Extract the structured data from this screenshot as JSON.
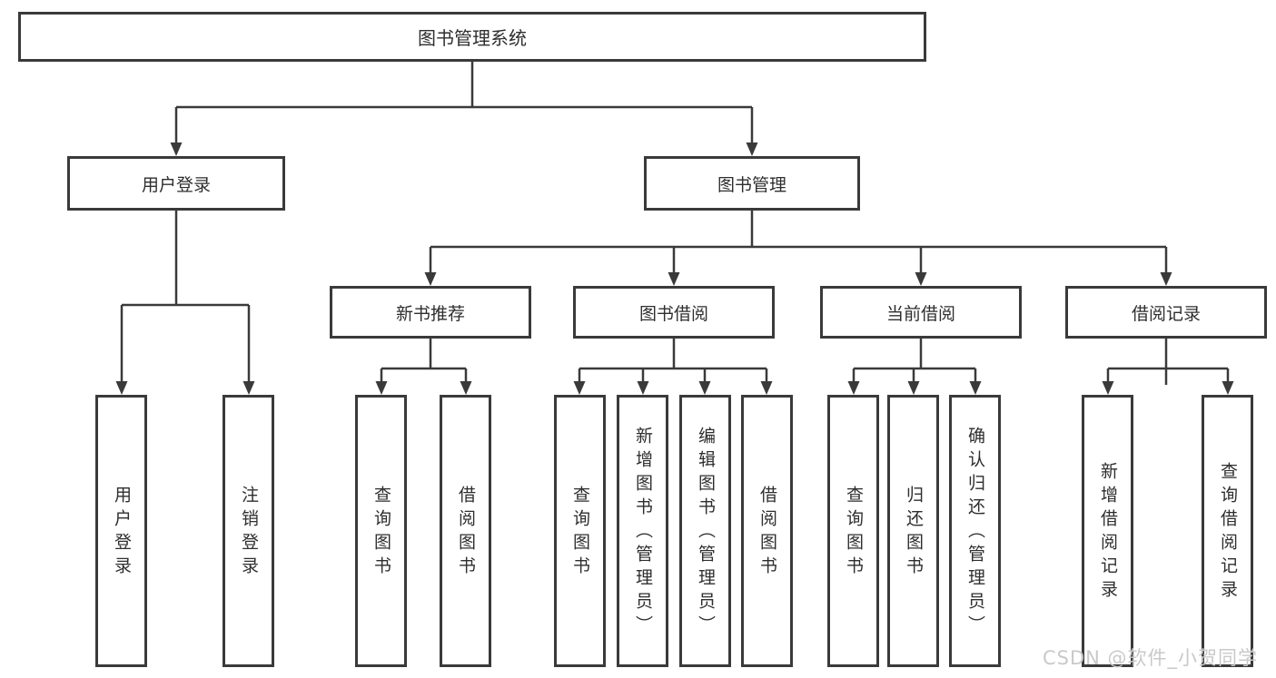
{
  "tree": {
    "label": "图书管理系统",
    "children": [
      {
        "label": "用户登录",
        "children": [
          {
            "label": "用户登录"
          },
          {
            "label": "注销登录"
          }
        ]
      },
      {
        "label": "图书管理",
        "children": [
          {
            "label": "新书推荐",
            "children": [
              {
                "label": "查询图书"
              },
              {
                "label": "借阅图书"
              }
            ]
          },
          {
            "label": "图书借阅",
            "children": [
              {
                "label": "查询图书"
              },
              {
                "label": "新增图书（管理员）"
              },
              {
                "label": "编辑图书（管理员）"
              },
              {
                "label": "借阅图书"
              }
            ]
          },
          {
            "label": "当前借阅",
            "children": [
              {
                "label": "查询图书"
              },
              {
                "label": "归还图书"
              },
              {
                "label": "确认归还（管理员）"
              }
            ]
          },
          {
            "label": "借阅记录",
            "children": [
              {
                "label": "新增借阅记录"
              },
              {
                "label": "查询借阅记录"
              }
            ]
          }
        ]
      }
    ]
  },
  "watermark": {
    "text": "CSDN @软件_小贺同学"
  },
  "colors": {
    "line": "#3a3a3a",
    "box_border": "#3a3a3a",
    "text": "#2e2e2e",
    "watermark": "#c9c9c9",
    "background": "#ffffff"
  }
}
